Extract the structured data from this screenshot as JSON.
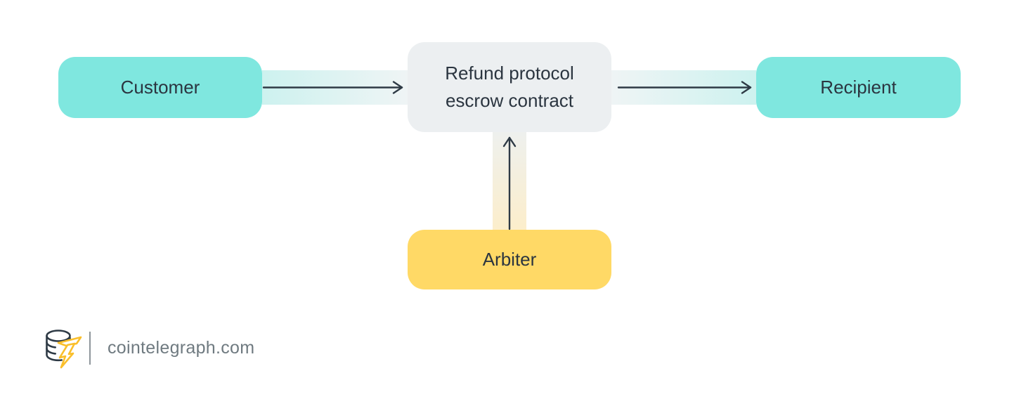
{
  "diagram": {
    "nodes": {
      "customer": {
        "label": "Customer",
        "color": "#7FE7DF"
      },
      "escrow": {
        "label": "Refund protocol escrow contract",
        "color": "#ECEFF1"
      },
      "recipient": {
        "label": "Recipient",
        "color": "#7FE7DF"
      },
      "arbiter": {
        "label": "Arbiter",
        "color": "#FFD966"
      }
    },
    "flows": [
      {
        "from": "Customer",
        "to": "Refund protocol escrow contract",
        "direction": "right"
      },
      {
        "from": "Refund protocol escrow contract",
        "to": "Recipient",
        "direction": "right"
      },
      {
        "from": "Arbiter",
        "to": "Refund protocol escrow contract",
        "direction": "up"
      }
    ],
    "colors": {
      "teal_node": "#7FE7DF",
      "gray_node": "#ECEFF1",
      "yellow_node": "#FFD966",
      "label_text": "#2B3540",
      "arrow": "#2E3A45",
      "band_teal": "#CDF2EF",
      "band_gray": "#EFF4F5",
      "band_yellow": "#FCEECB",
      "background": "#FFFFFF"
    }
  },
  "footer": {
    "brand_text": "cointelegraph.com",
    "logo_icon": "cointelegraph-coin-bolt-logo",
    "text_color": "#6F7A80",
    "bolt_color": "#FABF2C",
    "coin_outline_color": "#2E3A45"
  }
}
